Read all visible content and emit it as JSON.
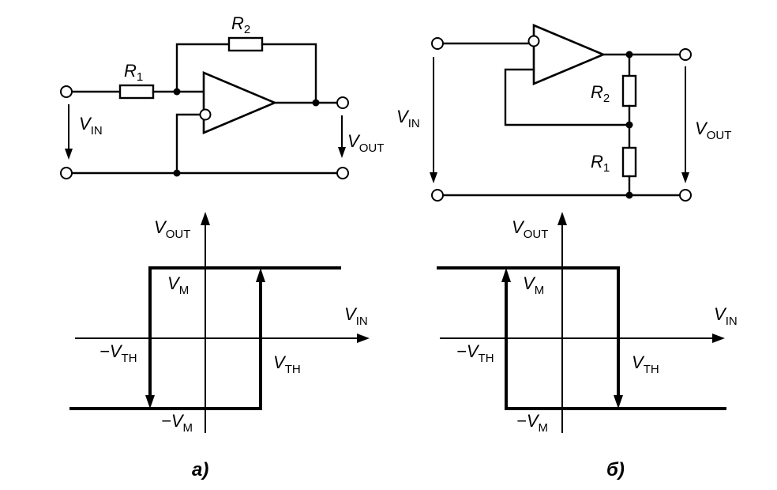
{
  "circuit_a": {
    "r1": "R",
    "r1_sub": "1",
    "r2": "R",
    "r2_sub": "2",
    "vin": "V",
    "vin_sub": "IN",
    "vout": "V",
    "vout_sub": "OUT"
  },
  "circuit_b": {
    "r1": "R",
    "r1_sub": "1",
    "r2": "R",
    "r2_sub": "2",
    "vin": "V",
    "vin_sub": "IN",
    "vout": "V",
    "vout_sub": "OUT"
  },
  "graph_a": {
    "vout": "V",
    "vout_sub": "OUT",
    "vin": "V",
    "vin_sub": "IN",
    "vm": "V",
    "vm_sub": "M",
    "neg_vm": "−V",
    "neg_vm_sub": "M",
    "vth": "V",
    "vth_sub": "TH",
    "neg_vth": "−V",
    "neg_vth_sub": "TH",
    "caption": "а)"
  },
  "graph_b": {
    "vout": "V",
    "vout_sub": "OUT",
    "vin": "V",
    "vin_sub": "IN",
    "vm": "V",
    "vm_sub": "M",
    "neg_vm": "−V",
    "neg_vm_sub": "M",
    "vth": "V",
    "vth_sub": "TH",
    "neg_vth": "−V",
    "neg_vth_sub": "TH",
    "caption": "б)"
  }
}
